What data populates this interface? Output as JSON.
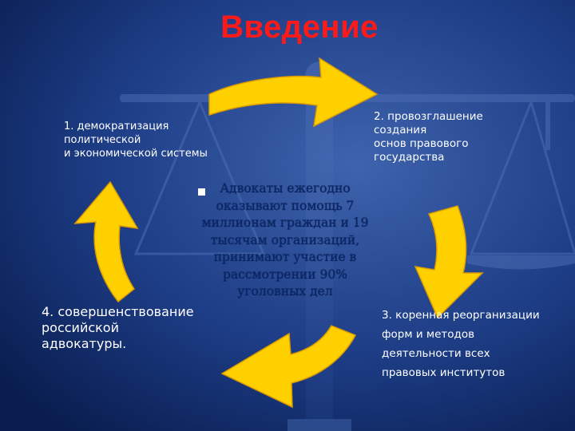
{
  "slide": {
    "title": "Введение",
    "items": {
      "item1": [
        "1. демократизация",
        "политической",
        "и экономической системы"
      ],
      "item2": [
        "2. провозглашение",
        "создания",
        "основ правового",
        "государства"
      ],
      "item3": [
        "3. коренная реорганизации",
        "форм и методов",
        "деятельности всех",
        "правовых институтов"
      ],
      "item4": [
        "4. совершенствование",
        "российской",
        "адвокатуры."
      ]
    },
    "center_text": [
      "Адвокаты ежегодно",
      "оказывают помощь 7",
      "миллионам граждан и 19",
      "тысячам организаций,",
      "принимают участие в",
      "рассмотрении 90%",
      "уголовных дел"
    ],
    "colors": {
      "title": "#ff1a1a",
      "arrow": "#ffd000",
      "background": "#0d2a66",
      "center_text": "#0a2466"
    }
  }
}
